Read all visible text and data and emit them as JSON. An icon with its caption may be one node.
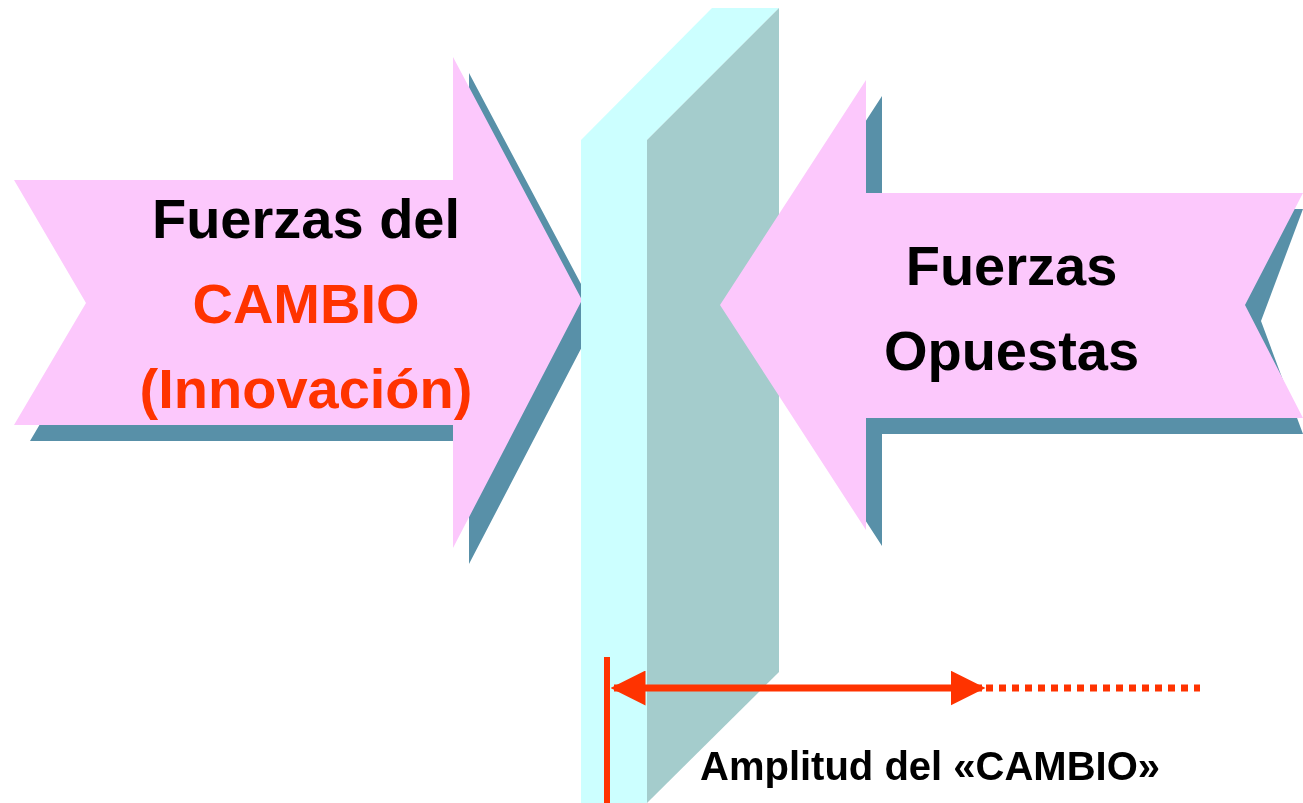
{
  "diagram": {
    "nodes": [
      {
        "text": [
          "Fuerzas del",
          "CAMBIO (Innovación)"
        ]
      },
      {
        "text": [
          "Fuerzas Opuestas"
        ]
      }
    ],
    "edges": [],
    "labels": [
      "Amplitud del «CAMBIO»"
    ]
  }
}
